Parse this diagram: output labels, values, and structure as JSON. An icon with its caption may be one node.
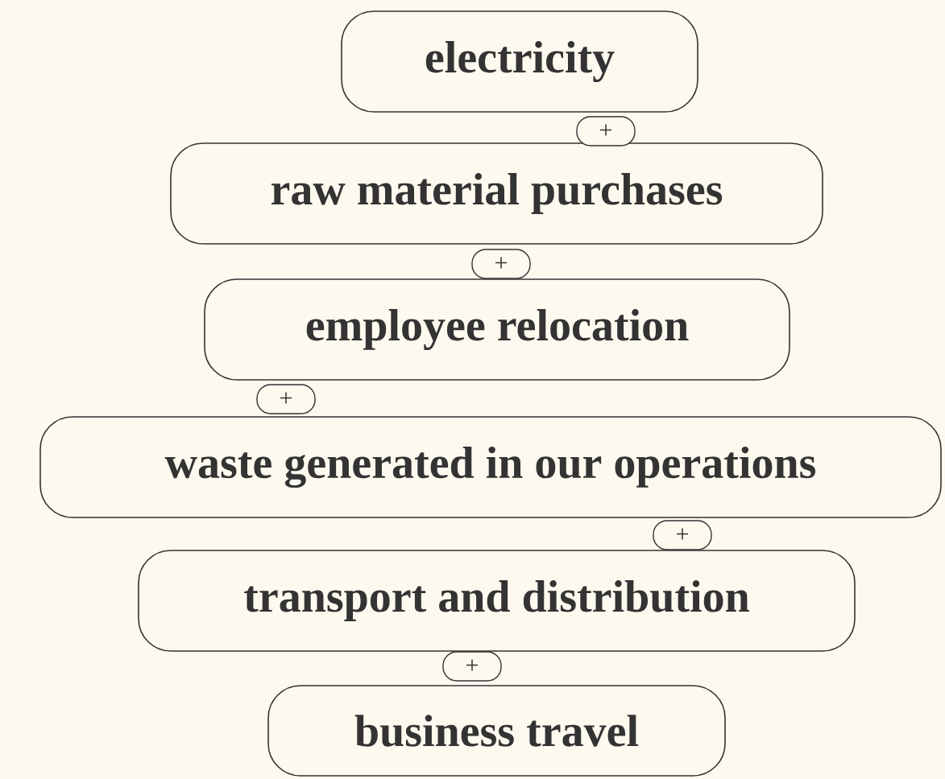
{
  "diagram": {
    "nodes": [
      {
        "text": [
          "electricity"
        ]
      },
      {
        "text": [
          "+"
        ]
      },
      {
        "text": [
          "raw material purchases"
        ]
      },
      {
        "text": [
          "+"
        ]
      },
      {
        "text": [
          "employee relocation"
        ]
      },
      {
        "text": [
          "+"
        ]
      },
      {
        "text": [
          "waste generated in our operations"
        ]
      },
      {
        "text": [
          "+"
        ]
      },
      {
        "text": [
          "transport and distribution"
        ]
      },
      {
        "text": [
          "+"
        ]
      },
      {
        "text": [
          "business travel"
        ]
      }
    ]
  }
}
